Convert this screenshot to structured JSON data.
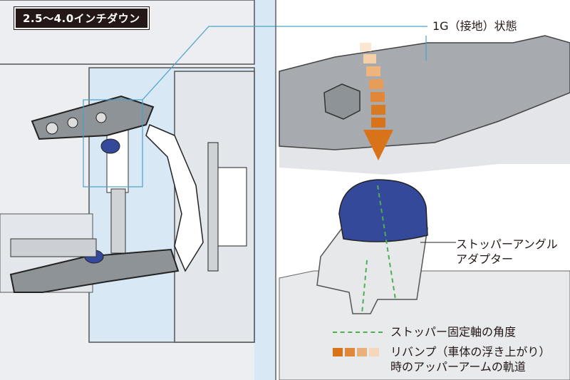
{
  "badge": {
    "text": "2.5〜4.0インチダウン"
  },
  "labels": {
    "state": "1G（接地）状態",
    "adapter_line1": "ストッパーアングル",
    "adapter_line2": "アダプター"
  },
  "legend": {
    "stopper_axis": "ストッパー固定軸の角度",
    "rebound_line1": "リバンプ（車体の浮き上がり）",
    "rebound_line2": "時のアッパーアームの軌道"
  },
  "colors": {
    "callout": "#4aa3c8",
    "bumpstop": "#34499a",
    "arrow": "#d9731a",
    "axis": "#4caf50"
  }
}
